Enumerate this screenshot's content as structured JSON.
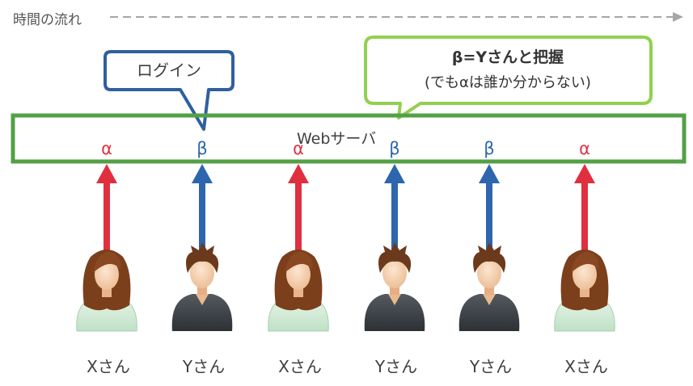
{
  "timeline": {
    "label": "時間の流れ"
  },
  "server": {
    "label": "Webサーバ"
  },
  "login_callout": {
    "text": "ログイン"
  },
  "info_callout": {
    "title": "β=Yさんと把握",
    "subtitle": "(でもαは誰か分からない)"
  },
  "colors": {
    "alpha": "#e03040",
    "beta": "#2e66ad",
    "server_border": "#53a046",
    "login_border": "#2f5f9e",
    "info_border": "#92d050"
  },
  "accesses": [
    {
      "label": "α",
      "kind": "alpha",
      "user": "Xさん",
      "avatar": "female-user-icon"
    },
    {
      "label": "β",
      "kind": "beta",
      "user": "Yさん",
      "avatar": "male-user-icon"
    },
    {
      "label": "α",
      "kind": "alpha",
      "user": "Xさん",
      "avatar": "female-user-icon"
    },
    {
      "label": "β",
      "kind": "beta",
      "user": "Yさん",
      "avatar": "male-user-icon"
    },
    {
      "label": "β",
      "kind": "beta",
      "user": "Yさん",
      "avatar": "male-user-icon"
    },
    {
      "label": "α",
      "kind": "alpha",
      "user": "Xさん",
      "avatar": "female-user-icon"
    }
  ]
}
